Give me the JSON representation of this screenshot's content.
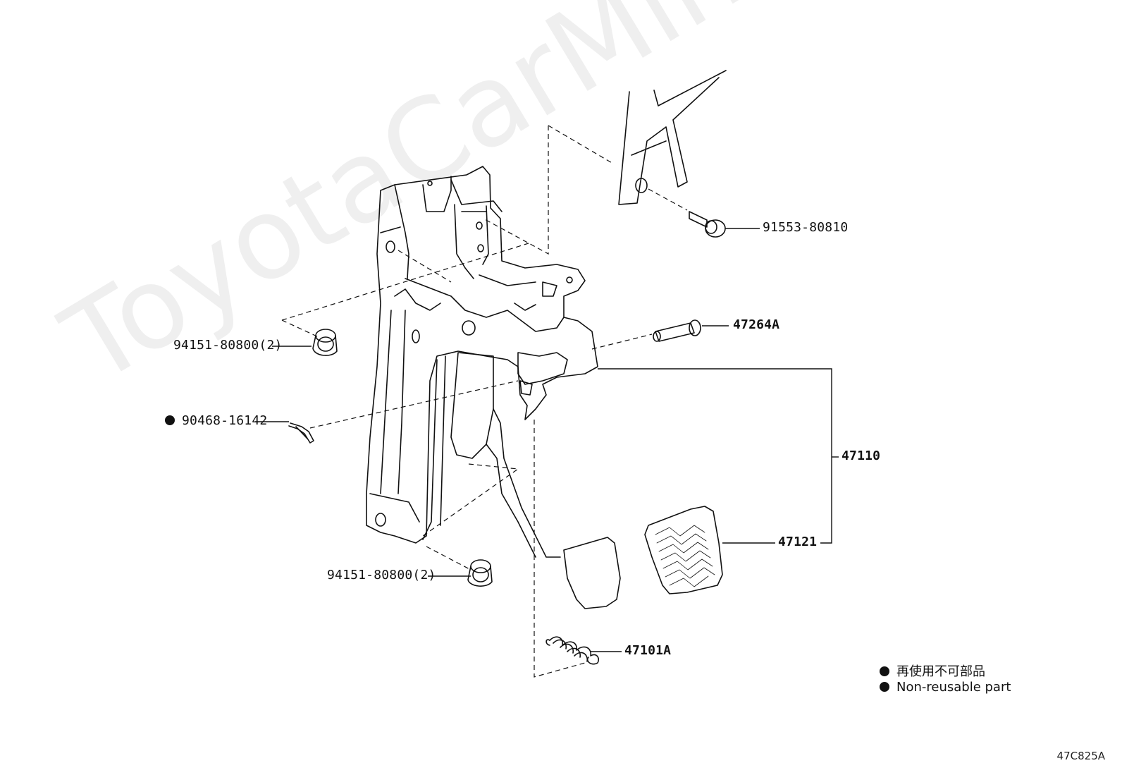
{
  "diagram": {
    "watermark": "ToyotaCarMine.ru",
    "image_code": "47C825A",
    "legend": [
      {
        "text": "再使用不可部品"
      },
      {
        "text": "Non-reusable part"
      }
    ],
    "parts": [
      {
        "id": "bolt_91553",
        "label": "91553-80810"
      },
      {
        "id": "pin_47264",
        "label": "47264A"
      },
      {
        "id": "nut_upper",
        "label": "94151-80800(2)"
      },
      {
        "id": "clip_90468",
        "label": "90468-16142",
        "non_reusable": true
      },
      {
        "id": "assy_47110",
        "label": "47110"
      },
      {
        "id": "pad_47121",
        "label": "47121"
      },
      {
        "id": "nut_lower",
        "label": "94151-80800(2)"
      },
      {
        "id": "spring_47101",
        "label": "47101A"
      }
    ]
  }
}
